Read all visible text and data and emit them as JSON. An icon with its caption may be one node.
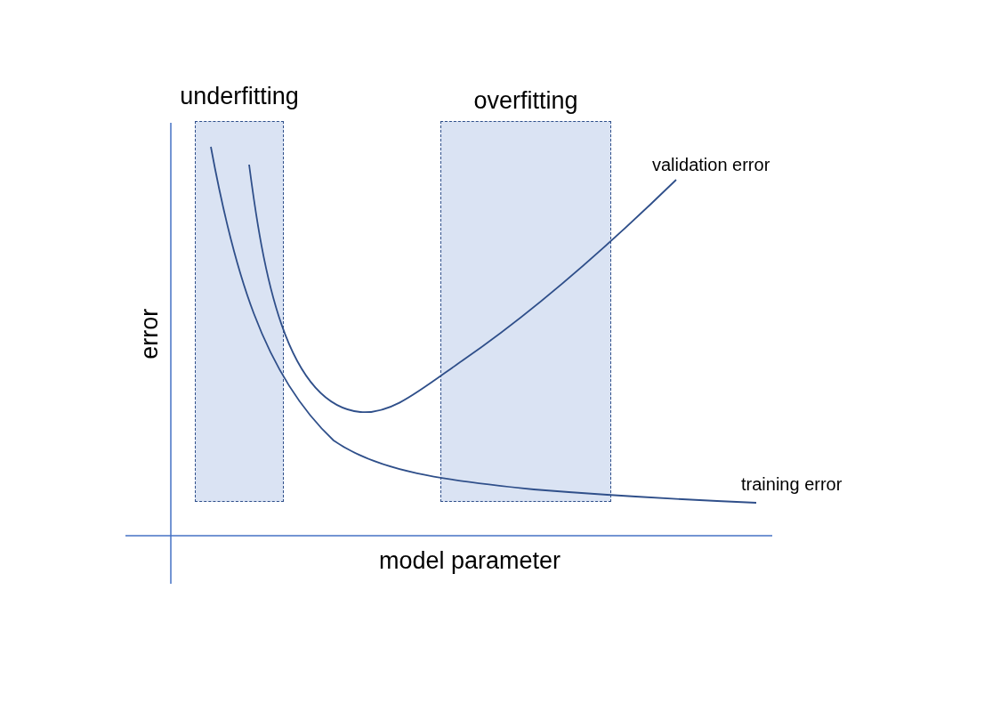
{
  "diagram": {
    "nodes": [
      {
        "text": [
          "underfitting"
        ]
      },
      {
        "text": [
          "overfitting"
        ]
      }
    ],
    "labels": [
      "validation error",
      "error",
      "training error",
      "model parameter"
    ]
  }
}
